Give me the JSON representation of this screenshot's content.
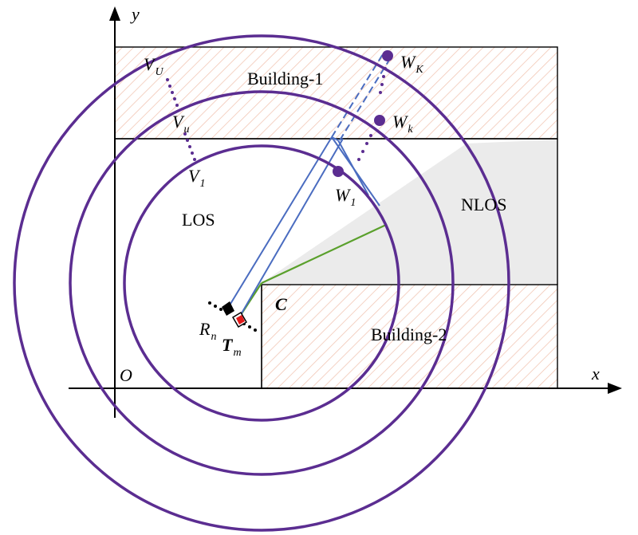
{
  "labels": {
    "axis_x": "x",
    "axis_y": "y",
    "origin": "O",
    "corner": "C",
    "building_1": "Building-1",
    "building_2": "Building-2",
    "los": "LOS",
    "nlos": "NLOS",
    "v_U": {
      "base": "V",
      "sub": "U"
    },
    "v_u": {
      "base": "V",
      "sub": "u"
    },
    "v_1": {
      "base": "V",
      "sub": "1"
    },
    "w_K": {
      "base": "W",
      "sub": "K"
    },
    "w_k": {
      "base": "W",
      "sub": "k"
    },
    "w_1": {
      "base": "W",
      "sub": "1"
    },
    "r_n": {
      "base": "R",
      "sub": "n"
    },
    "t_m": {
      "base": "T",
      "sub": "m"
    }
  },
  "colors": {
    "circle": "#5b2d91",
    "ray_blue": "#4a6cc0",
    "ray_green": "#5aa02c",
    "point_purple": "#5b2d91",
    "building_hatch": "#f2c7b5",
    "nlos_shade": "#e8e8e8",
    "transmitter_red": "#e21b1b"
  }
}
